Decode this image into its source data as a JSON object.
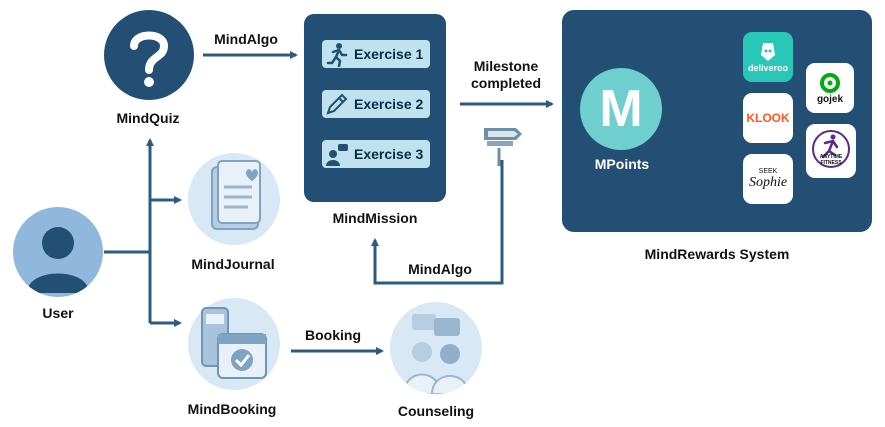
{
  "nodes": {
    "mindquiz": "MindQuiz",
    "mindjournal": "MindJournal",
    "mindbooking": "MindBooking",
    "user": "User",
    "mindmission": "MindMission",
    "counseling": "Counseling",
    "rewards_system": "MindRewards System",
    "mpoints": "MPoints",
    "m_letter": "M"
  },
  "exercises": [
    "Exercise 1",
    "Exercise 2",
    "Exercise 3"
  ],
  "edges": {
    "mindalgo_top": "MindAlgo",
    "milestone_line1": "Milestone",
    "milestone_line2": "completed",
    "mindalgo_bottom": "MindAlgo",
    "booking": "Booking"
  },
  "logos": {
    "deliveroo": "deliveroo",
    "klook": "KLOOK",
    "seek_small": "SEEK",
    "sophie": "Sophie",
    "gojek": "gojek",
    "anytime_line1": "ANYTIME",
    "anytime_line2": "FITNESS"
  },
  "colors": {
    "navy": "#234f75",
    "arrow": "#2c5b82",
    "light_blue": "#bfe2ee",
    "teal": "#6fcfcf",
    "deliveroo": "#28c7b7",
    "klook": "#ff5722",
    "gojek": "#00aa13",
    "anytime": "#5b2a86"
  }
}
